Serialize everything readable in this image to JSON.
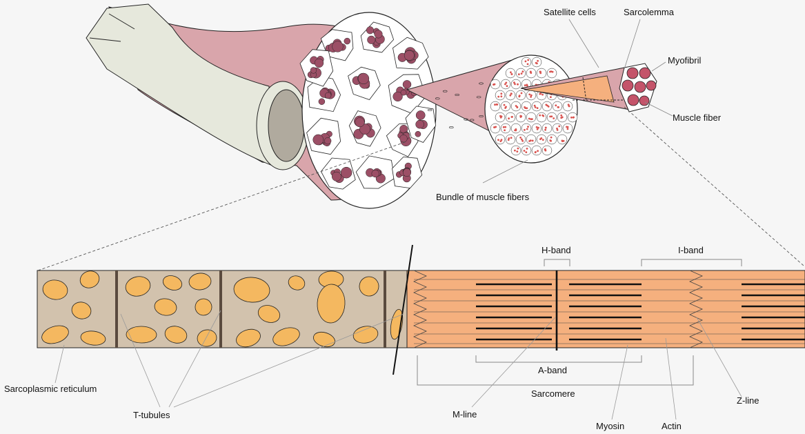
{
  "labels": {
    "satellite_cells": "Satellite cells",
    "sarcolemma": "Sarcolemma",
    "myofibril": "Myofibril",
    "muscle_fiber": "Muscle fiber",
    "bundle": "Bundle of muscle fibers",
    "h_band": "H-band",
    "i_band": "I-band",
    "a_band": "A-band",
    "sarcomere": "Sarcomere",
    "sarcoplasmic_reticulum": "Sarcoplasmic reticulum",
    "t_tubules": "T-tubules",
    "m_line": "M-line",
    "myosin": "Myosin",
    "actin": "Actin",
    "z_line": "Z-line"
  },
  "colors": {
    "background": "#f6f6f6",
    "tendon": "#e6e8dc",
    "epimysium": "#d9a5ab",
    "fascicle": "#9c4f66",
    "fiber_dot": "#d9534f",
    "sarcoplasm": "#d2c2ad",
    "reticulum_blob": "#f4b860",
    "myofibril_band": "#f5b07e",
    "filament": "#111111"
  }
}
